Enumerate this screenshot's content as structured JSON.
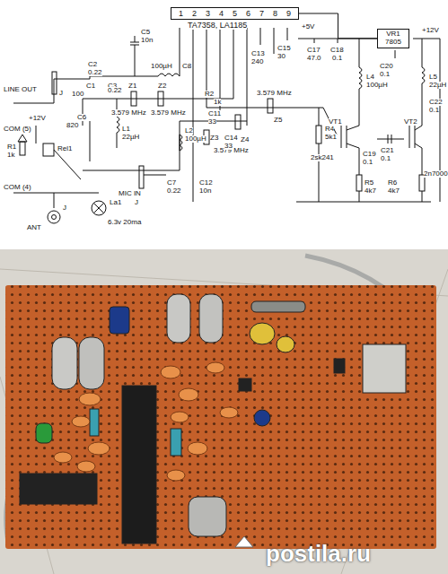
{
  "diagram": {
    "nodes": [
      {
        "text": [
          "1",
          "2",
          "3",
          "4",
          "5",
          "6",
          "7",
          "8",
          "9",
          "TA7358, LA1185"
        ]
      },
      {
        "text": [
          "VR1 7805"
        ]
      }
    ],
    "edges": [
      {
        "from": 1,
        "to": 0,
        "arrow": "none"
      }
    ],
    "labels": [
      "+5V",
      "+12V",
      "C17",
      "47.0",
      "C18",
      "0.1",
      "C20",
      "0.1",
      "LINE OUT",
      "J",
      "C2",
      "0.22",
      "C5",
      "10n",
      "100µH",
      "C8",
      "C13",
      "240",
      "C15",
      "30",
      "C1",
      "100",
      "C6",
      "820",
      "C3",
      "0.22",
      "Z1",
      "3.579 MHz",
      "Z2",
      "3.579 MHz",
      "L1",
      "22µH",
      "R2",
      "1k",
      "L2",
      "100µH",
      "C11",
      "33",
      "Z3",
      "3.579 MHz",
      "C14",
      "33",
      "Z4",
      "Z5",
      "3.579 MHz",
      "R4",
      "5k1",
      "L4",
      "100µH",
      "L5",
      "22µH",
      "VT1",
      "2sk241",
      "VT2",
      "2n7000",
      "C19",
      "0.1",
      "C21",
      "0.1",
      "C22",
      "0.1",
      "R5",
      "4k7",
      "R6",
      "4k7",
      "COM (5)",
      "+12V",
      "R1",
      "1k",
      "Rel1",
      "COM (4)",
      "J",
      "ANT",
      "La1",
      "6.3v 20ma",
      "C7",
      "0.22",
      "C12",
      "10n",
      "MIC IN",
      "J",
      "postila.ru"
    ]
  }
}
